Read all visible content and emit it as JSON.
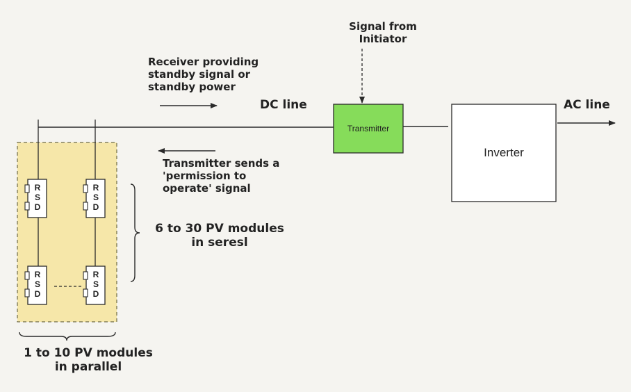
{
  "labels": {
    "signal_from_initiator": "Signal from\nInitiator",
    "receiver_note": "Receiver providing\nstandby signal or\nstandby power",
    "dc_line": "DC line",
    "ac_line": "AC line",
    "transmitter_note": "Transmitter sends a\n'permission to\noperate' signal",
    "series_note": "6 to 30 PV modules\nin seresl",
    "parallel_note": "1 to 10 PV modules\nin parallel"
  },
  "boxes": {
    "transmitter": "Transmitter",
    "inverter": "Inverter",
    "rsd": [
      "R",
      "S",
      "D"
    ]
  },
  "colors": {
    "transmitter_fill": "#86dc5a",
    "panel_fill": "#f6e7a9",
    "panel_border": "#6e6a45",
    "line": "#2a2a2a"
  }
}
